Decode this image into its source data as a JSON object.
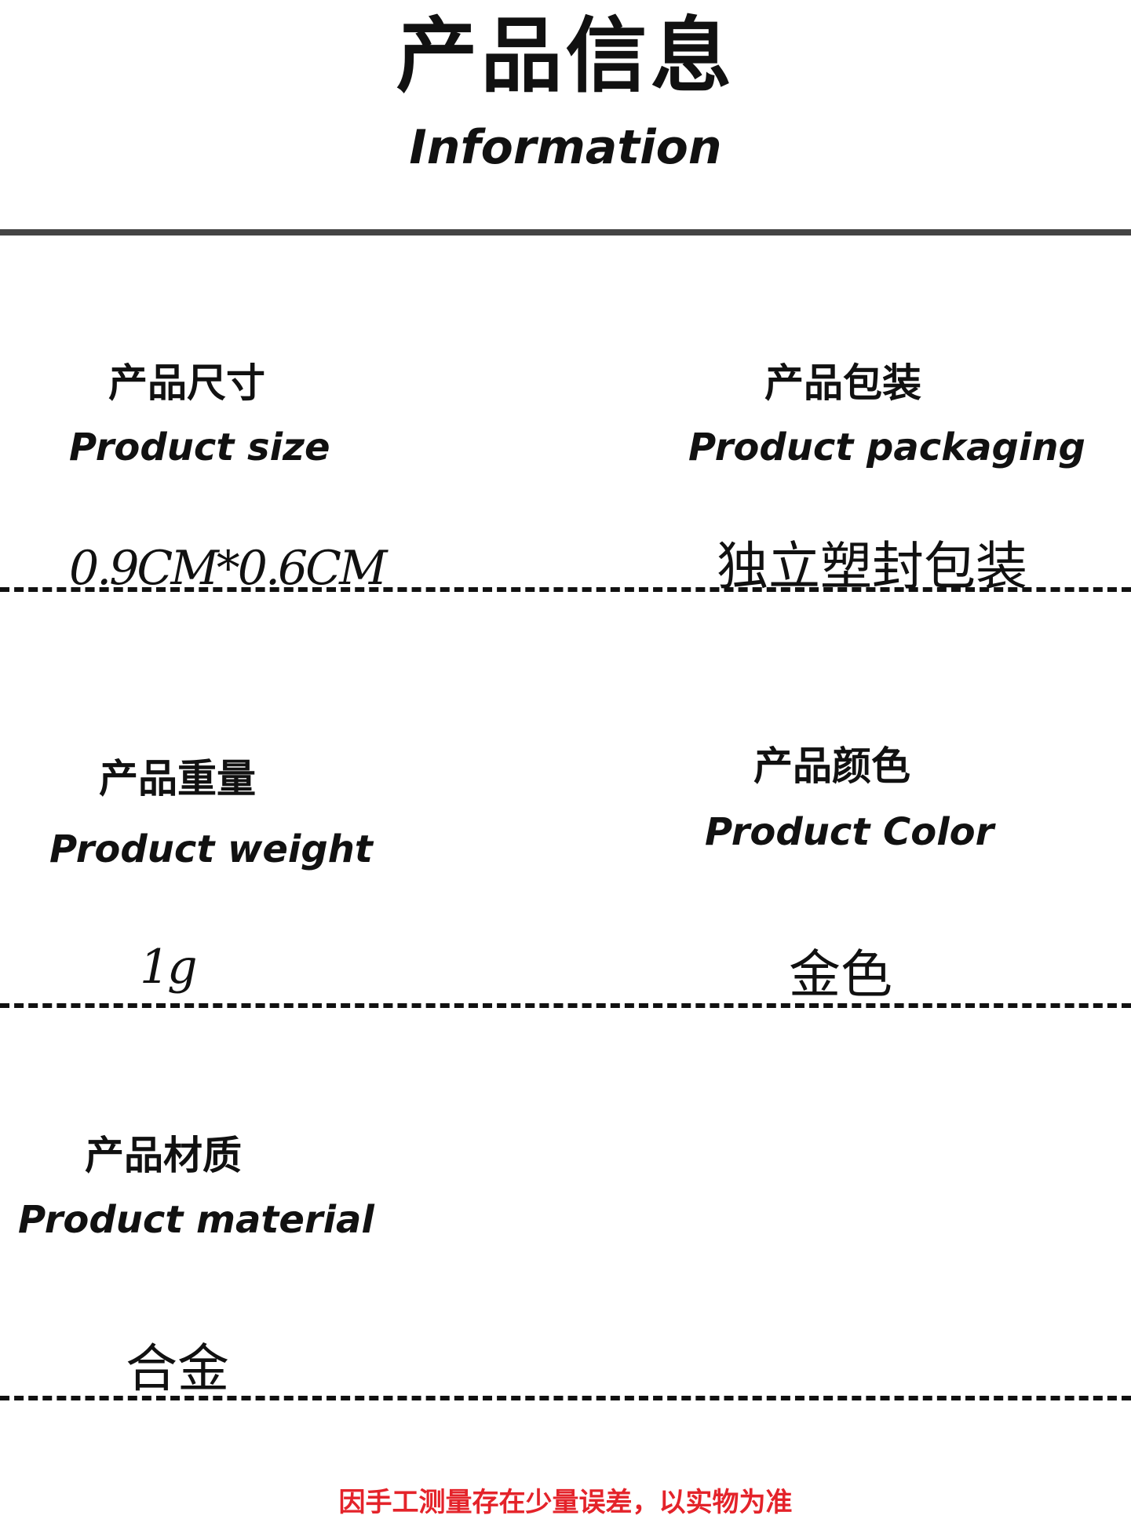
{
  "header": {
    "title_zh": "产品信息",
    "title_en": "Information"
  },
  "items": [
    {
      "label_zh": "产品尺寸",
      "label_en": "Product size",
      "value": "0.9CM*0.6CM"
    },
    {
      "label_zh": "产品包装",
      "label_en": "Product packaging",
      "value": "独立塑封包装"
    },
    {
      "label_zh": "产品重量",
      "label_en": "Product weight",
      "value": "1g"
    },
    {
      "label_zh": "产品颜色",
      "label_en": "Product Color",
      "value": "金色"
    },
    {
      "label_zh": "产品材质",
      "label_en": "Product material",
      "value": "合金"
    }
  ],
  "footer": {
    "note": "因手工测量存在少量误差，以实物为准"
  },
  "colors": {
    "text": "#111111",
    "header_rule": "#444444",
    "note": "#e4232a",
    "background": "#ffffff"
  }
}
